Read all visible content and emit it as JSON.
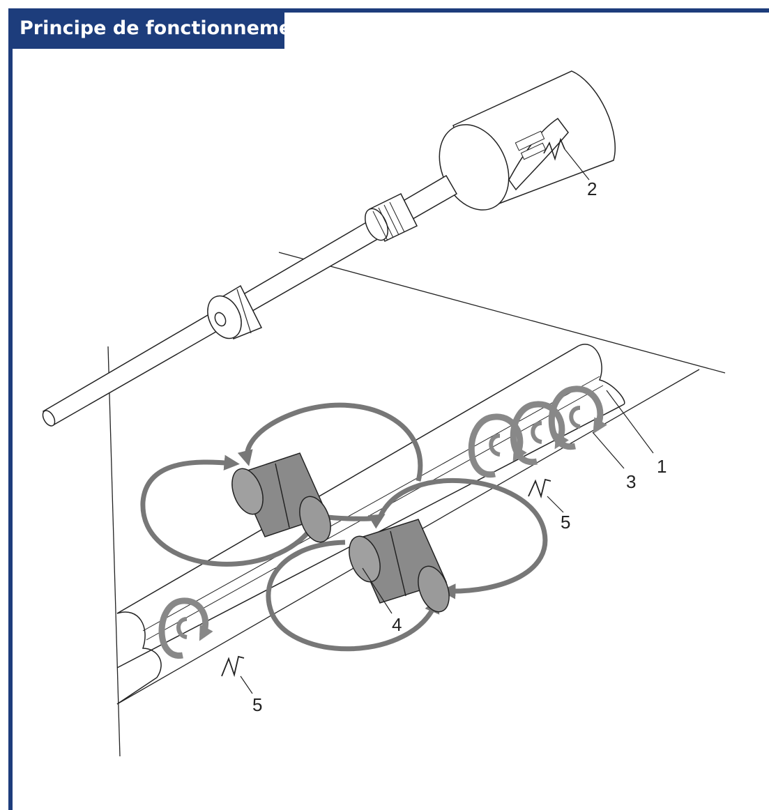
{
  "title": "Principe de fonctionnement",
  "colors": {
    "frame": "#1d3d7c",
    "title_text": "#ffffff",
    "magnet": "#8a8a8a",
    "field_arrows": "#777777",
    "line": "#222222"
  },
  "callouts": [
    "1",
    "2",
    "3",
    "4",
    "5",
    "5"
  ]
}
